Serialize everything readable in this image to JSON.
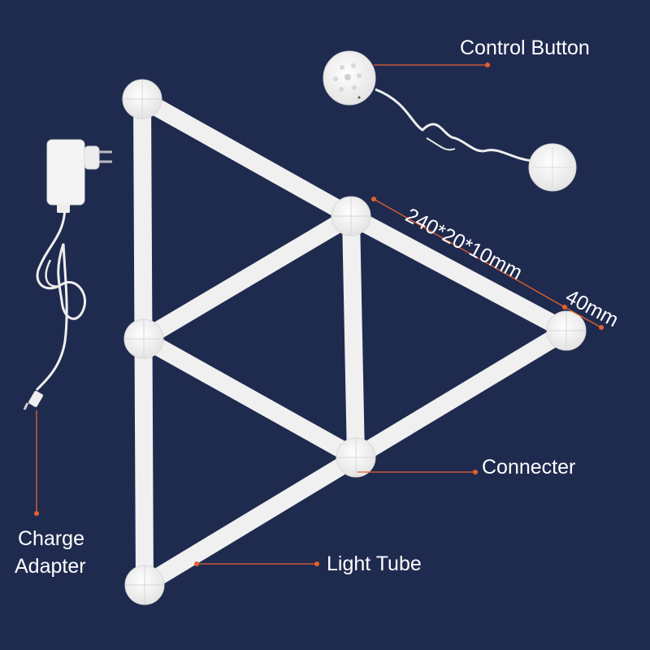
{
  "labels": {
    "control_button": "Control Button",
    "dimension_tube": "240*20*10mm",
    "dimension_connector": "40mm",
    "connecter": "Connecter",
    "charge_adapter_line1": "Charge",
    "charge_adapter_line2": "Adapter",
    "light_tube": "Light Tube"
  },
  "colors": {
    "background": "#1f2a4f",
    "light_tube": "#f1f1f1",
    "connector": "#f6f6f6",
    "callout_line": "#e5612d",
    "callout_dot": "#e5612d",
    "label_text": "#ffffff"
  }
}
